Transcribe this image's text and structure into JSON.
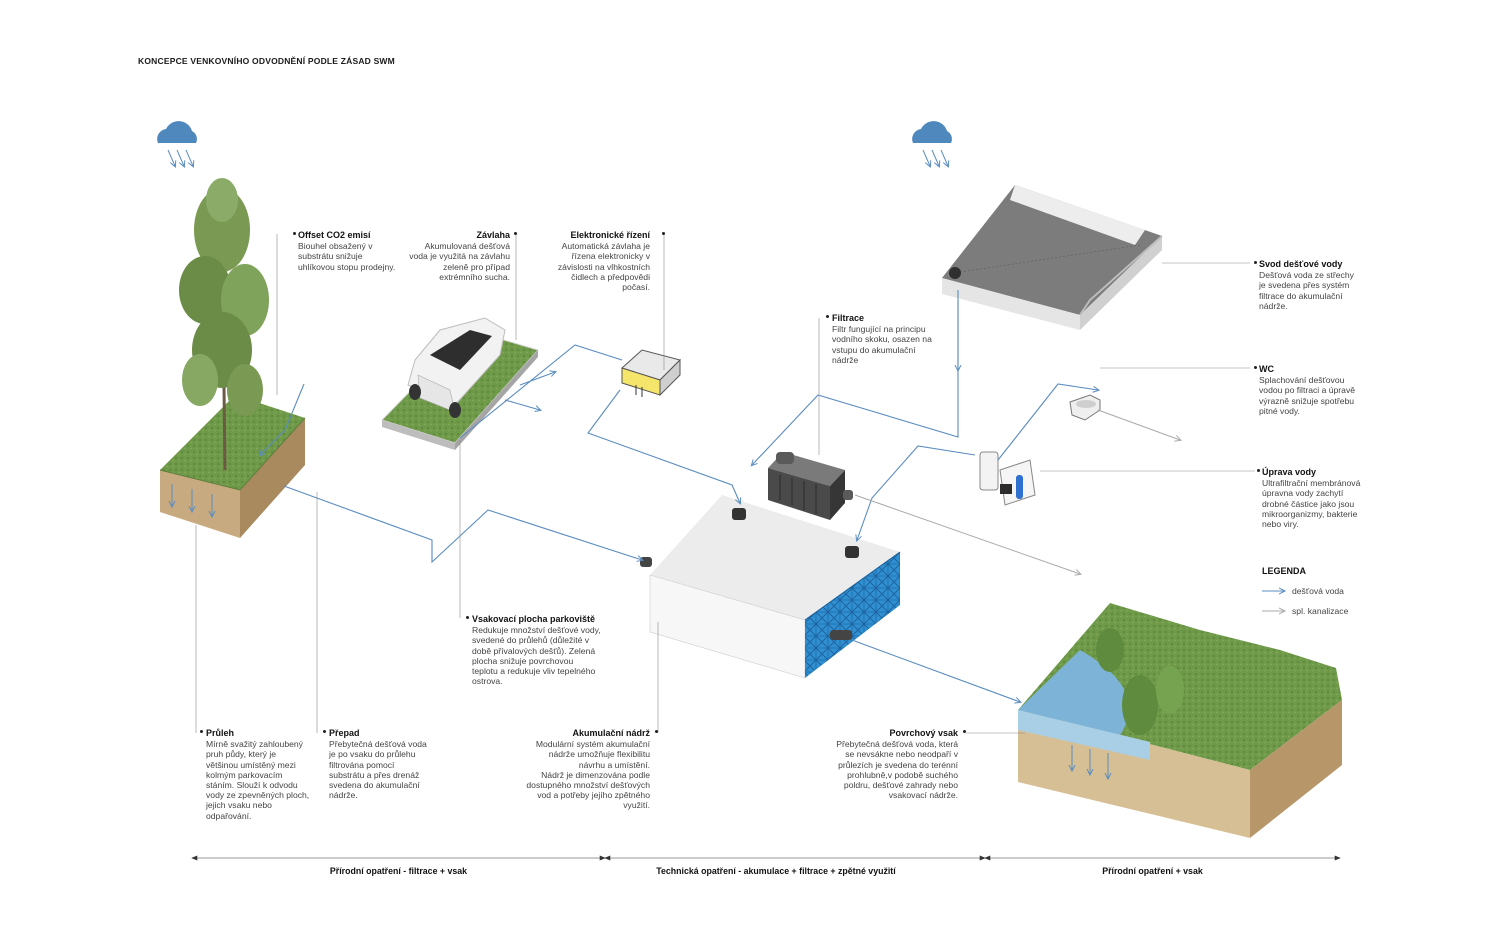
{
  "title": "KONCEPCE VENKOVNÍHO ODVODNĚNÍ PODLE ZÁSAD SWM",
  "colors": {
    "rain_pipe": "#5b8dc0",
    "sewer_pipe": "#aaaaaa",
    "grass": "#6f9a4a",
    "soil": "#c7aa7f",
    "water": "#7db3d6",
    "tank_blue": "#2f8fd0"
  },
  "icons": [
    "cloud-rain-icon",
    "tree-icon",
    "car-icon",
    "control-box-icon",
    "filter-icon",
    "roof-icon",
    "wc-icon",
    "water-treatment-icon",
    "tank-icon",
    "pond-icon"
  ],
  "annotations": {
    "offset": {
      "title": "Offset CO2 emisí",
      "body": "Biouhel obsažený v\nsubstrátu snižuje\nuhlíkovou stopu prodejny."
    },
    "zavlaha": {
      "title": "Závlaha",
      "body": "Akumulovaná dešťová\nvoda je využitá na závlahu\nzeleně pro případ\nextrémního sucha."
    },
    "rizeni": {
      "title": "Elektronické řízení",
      "body": "Automatická závlaha je\nřízena elektronicky v\nzávislosti na vlhkostních\nčidlech a předpovědi\npočasí."
    },
    "filtrace": {
      "title": "Filtrace",
      "body": "Filtr fungující na principu\nvodního skoku, osazen na\nvstupu do akumulační\nnádrže"
    },
    "svod": {
      "title": "Svod dešťové vody",
      "body": "Dešťová voda ze střechy\nje svedena přes systém\nfiltrace do akumulační\nnádrže."
    },
    "wc": {
      "title": "WC",
      "body": "Splachování dešťovou\nvodou po filtraci a úpravě\nvýrazně snižuje spotřebu\npitné vody."
    },
    "uprava": {
      "title": "Úprava vody",
      "body": "Ultrafiltrační membránová\núpravna vody zachytí\ndrobné částice jako jsou\nmikroorganizmy, bakterie\nnebo viry."
    },
    "vsakovaci": {
      "title": "Vsakovací plocha parkoviště",
      "body": "Redukuje množství dešťové vody,\nsvedené do průlehů (důležité v\ndobě přívalových dešťů). Zelená\nplocha snižuje povrchovou\nteplotu a redukuje vliv tepelného\nostrova."
    },
    "pruleh": {
      "title": "Průleh",
      "body": "Mírně svažitý zahloubený\npruh půdy, který je\nvětšinou umístěný mezi\nkolmým parkovacím\nstáním. Slouží k odvodu\nvody ze zpevněných ploch,\njejich vsaku nebo\nodpařování."
    },
    "prepad": {
      "title": "Přepad",
      "body": "Přebytečná dešťová voda\nje po vsaku do průlehu\nfiltrována pomocí\nsubstrátu a přes drenáž\nsvedena do akumulační\nnádrže."
    },
    "akumulacni": {
      "title": "Akumulační nádrž",
      "body": "Modulární systém akumulační\nnádrže umožňuje flexibilitu\nnávrhu a umístění.\nNádrž je dimenzována podle\ndostupného množství dešťových\nvod a potřeby jejího zpětného\nvyužití."
    },
    "povrchovy": {
      "title": "Povrchový vsak",
      "body": "Přebytečná dešťová voda, která\nse nevsákne nebo neodpaří v\nprůlezích je svedena do terénní\nprohlubně,v podobě suchého\npoldru, dešťové zahrady nebo\nvsakovací nádrže."
    }
  },
  "legend": {
    "title": "LEGENDA",
    "items": [
      {
        "label": "dešťová voda",
        "color": "#5b8dc0"
      },
      {
        "label": "spl. kanalizace",
        "color": "#aaaaaa"
      }
    ]
  },
  "sections": [
    {
      "label": "Přírodní opatření - filtrace + vsak"
    },
    {
      "label": "Technická opatření - akumulace + filtrace + zpětné využití"
    },
    {
      "label": "Přírodní opatření + vsak"
    }
  ]
}
